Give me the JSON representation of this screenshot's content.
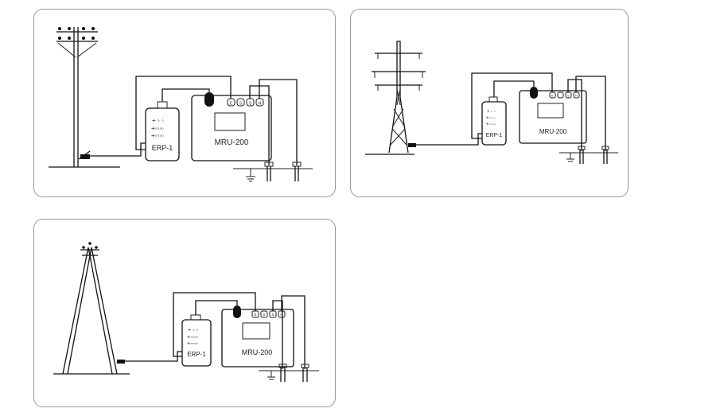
{
  "panels": [
    {
      "scene": "utility pole",
      "device_label": "ERP-1",
      "meter_label": "MRU-200",
      "terminal_labels": [
        "E",
        "S",
        "S",
        "H"
      ]
    },
    {
      "scene": "transmission tower",
      "device_label": "ERP-1",
      "meter_label": "MRU-200",
      "terminal_labels": [
        "E",
        "",
        "S",
        "H"
      ]
    },
    {
      "scene": "A-frame pole",
      "device_label": "ERP-1",
      "meter_label": "MRU-200",
      "terminal_labels": [
        "E",
        "S",
        "S",
        "H"
      ]
    }
  ],
  "colors": {
    "line": "#111111",
    "border": "#9a9a9a",
    "background": "#ffffff"
  },
  "icons": [
    "ground-symbol-icon",
    "ground-probe-icon",
    "clamp-icon"
  ]
}
